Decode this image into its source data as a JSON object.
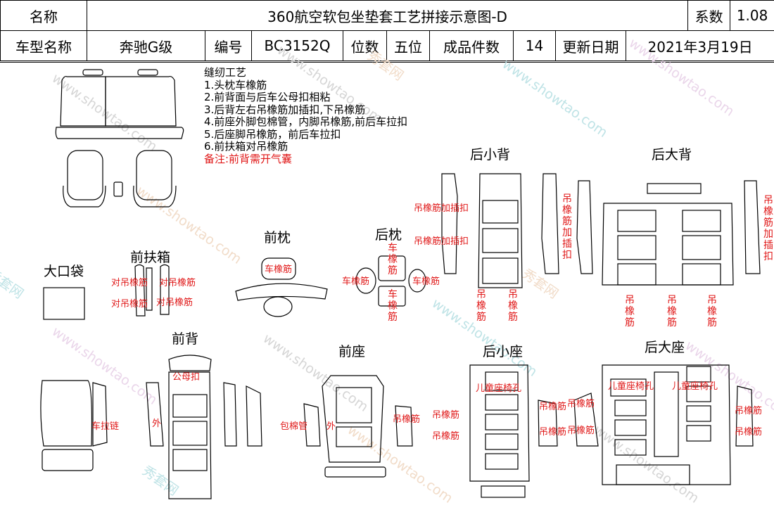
{
  "header": {
    "name_label": "名称",
    "title": "360航空软包坐垫套工艺拼接示意图-D",
    "coef_label": "系数",
    "coef_value": "1.08",
    "car_label": "车型名称",
    "car_value": "奔驰G级",
    "code_label": "编号",
    "code_value": "BC3152Q",
    "seats_label": "位数",
    "seats_value": "五位",
    "pieces_label": "成品件数",
    "pieces_value": "14",
    "update_label": "更新日期",
    "update_value": "2021年3月19日"
  },
  "notes": {
    "title": "缝纫工艺",
    "items": [
      "1.头枕车橡筋",
      "2.前背面与后车公母扣相粘",
      "3.后背左右吊橡筋加插扣,下吊橡筋",
      "4.前座外脚包棉管，内脚吊橡筋,前后车拉扣",
      "5.后座脚吊橡筋，前后车拉扣",
      "6.前扶箱对吊橡筋"
    ],
    "remark": "备注:前背需开气囊"
  },
  "sections": {
    "big_bag": "大口袋",
    "front_armrest": "前扶箱",
    "front_headrest": "前枕",
    "rear_headrest": "后枕",
    "rear_small_back": "后小背",
    "rear_big_back": "后大背",
    "front_back": "前背",
    "front_seat": "前座",
    "rear_small_seat": "后小座",
    "rear_big_seat": "后大座"
  },
  "annotations": {
    "armrest_1": "对吊橡筋",
    "armrest_2": "对吊橡筋",
    "armrest_3": "对吊橡筋",
    "armrest_4": "对吊橡筋",
    "front_headrest": "车橡筋",
    "rear_headrest_v1": "车橡筋",
    "rear_headrest_v2": "车橡筋",
    "rear_headrest_l": "车橡筋",
    "rear_headrest_r": "车橡筋",
    "rsb_1": "吊橡筋加插扣",
    "rsb_2": "吊橡筋加插扣",
    "rsb_v1": "吊橡筋",
    "rsb_v2": "吊橡筋",
    "rbb_mid": "吊橡筋加插扣",
    "rbb_right": "吊橡筋加插扣",
    "rbb_v1": "吊橡筋",
    "rbb_v2": "吊橡筋",
    "rbb_v3": "吊橡筋",
    "front_back_snap": "公母扣",
    "front_back_zip": "车拉链",
    "front_back_out": "外",
    "front_seat_pipe": "包棉管",
    "front_seat_out": "外",
    "front_seat_elastic": "吊橡筋",
    "rss_child": "儿童座椅孔",
    "rss_e1": "吊橡筋",
    "rss_e2": "吊橡筋",
    "rss_e3": "吊橡筋",
    "rss_e4": "吊橡筋",
    "rss_e5": "吊橡筋",
    "rss_e6": "吊橡筋",
    "rbs_child1": "儿童座椅孔",
    "rbs_child2": "儿童座椅孔",
    "rbs_e1": "吊橡筋",
    "rbs_e2": "吊橡筋"
  },
  "watermark": {
    "site": "www.showtao.com",
    "brand": "秀套网"
  }
}
